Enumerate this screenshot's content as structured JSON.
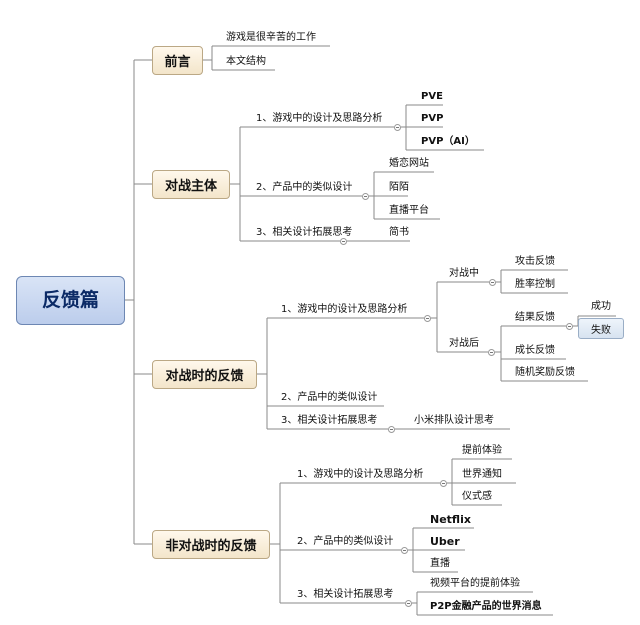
{
  "root": "反馈篇",
  "intro": {
    "label": "前言",
    "children": [
      "游戏是很辛苦的工作",
      "本文结构"
    ]
  },
  "battle_main": {
    "label": "对战主体",
    "b1": {
      "label": "1、游戏中的设计及思路分析",
      "children": [
        "PVE",
        "PVP",
        "PVP（AI）"
      ]
    },
    "b2": {
      "label": "2、产品中的类似设计",
      "children": [
        "婚恋网站",
        "陌陌",
        "直播平台"
      ]
    },
    "b3": {
      "label": "3、相关设计拓展思考",
      "child": "简书"
    }
  },
  "battle_feedback": {
    "label": "对战时的反馈",
    "b1": {
      "label": "1、游戏中的设计及思路分析",
      "during": {
        "label": "对战中",
        "children": [
          "攻击反馈",
          "胜率控制"
        ]
      },
      "after": {
        "label": "对战后",
        "result": {
          "label": "结果反馈",
          "children": [
            "成功",
            "失败"
          ]
        },
        "children": [
          "成长反馈",
          "随机奖励反馈"
        ]
      }
    },
    "b2": {
      "label": "2、产品中的类似设计"
    },
    "b3": {
      "label": "3、相关设计拓展思考",
      "child": "小米排队设计思考"
    }
  },
  "non_battle_feedback": {
    "label": "非对战时的反馈",
    "b1": {
      "label": "1、游戏中的设计及思路分析",
      "children": [
        "提前体验",
        "世界通知",
        "仪式感"
      ]
    },
    "b2": {
      "label": "2、产品中的类似设计",
      "children": [
        "Netflix",
        "Uber",
        "直播"
      ]
    },
    "b3": {
      "label": "3、相关设计拓展思考",
      "children": [
        "视频平台的提前体验",
        "P2P金融产品的世界消息"
      ]
    }
  }
}
